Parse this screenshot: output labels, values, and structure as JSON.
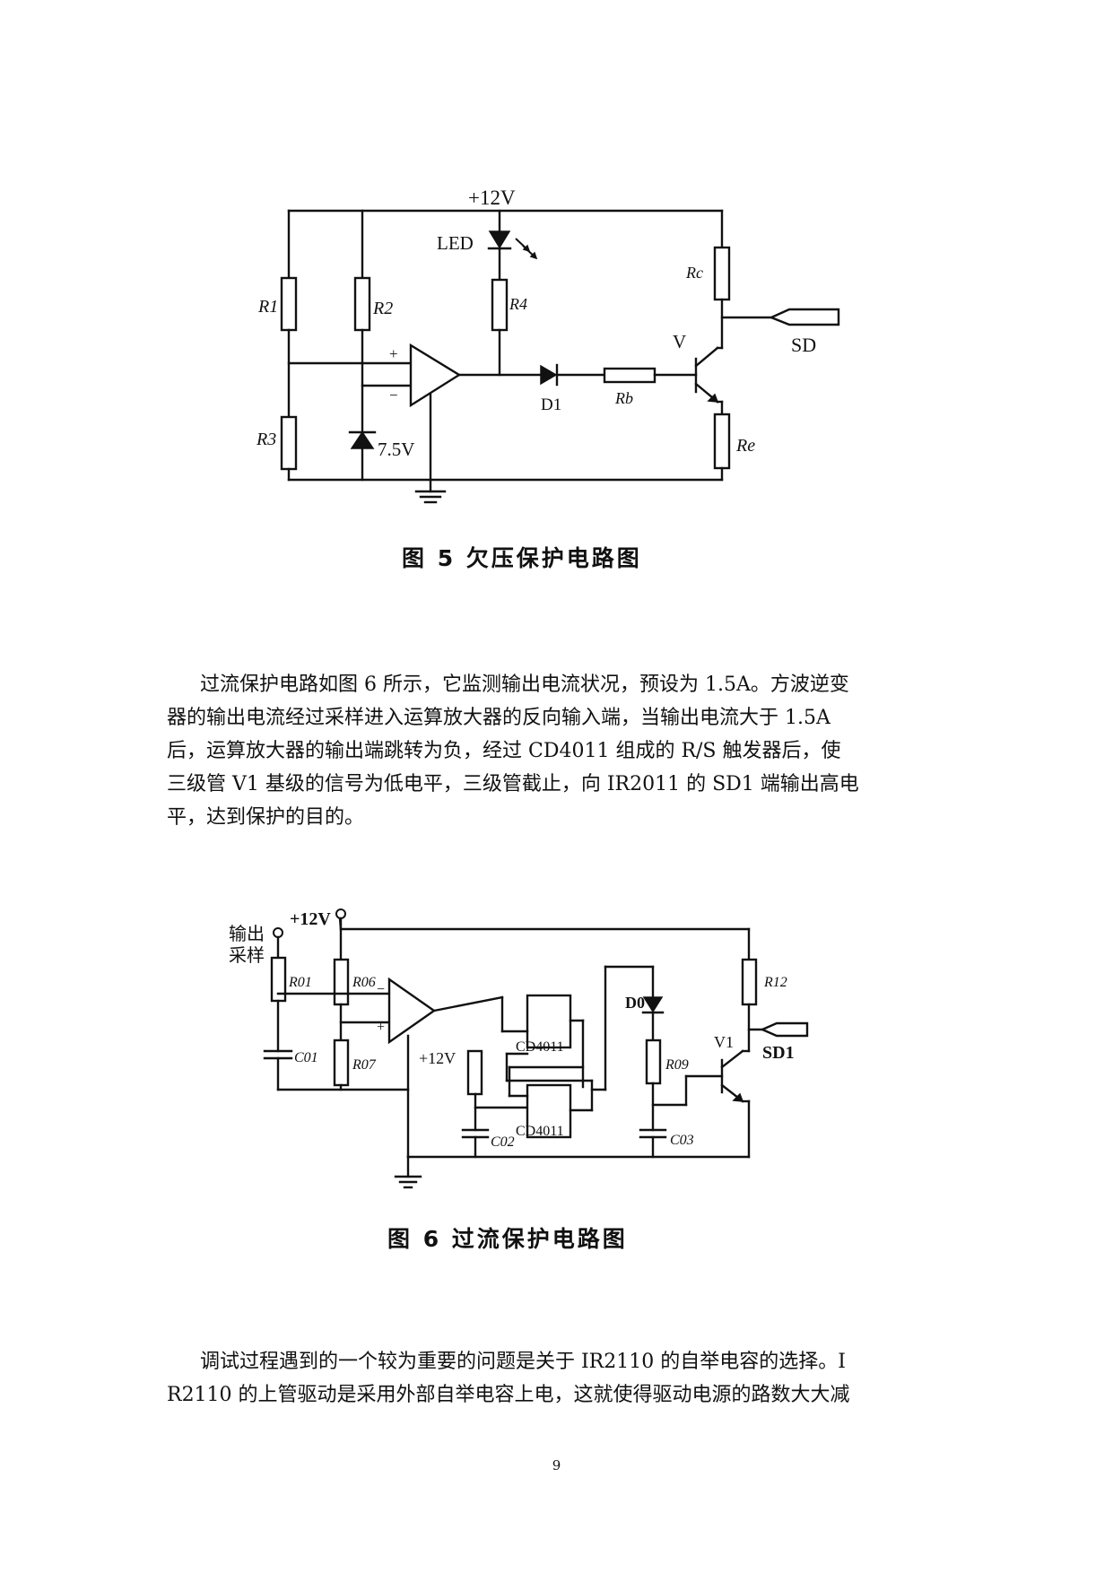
{
  "figure5": {
    "caption": "图 5    欠压保护电路图",
    "labels": {
      "supply": "+12V",
      "led": "LED",
      "r1": "R1",
      "r2": "R2",
      "r3": "R3",
      "r4": "R4",
      "rc": "Rc",
      "re": "Re",
      "rb": "Rb",
      "d1": "D1",
      "transistor": "V",
      "sd": "SD",
      "zener": "7.5V",
      "plus": "+",
      "minus": "−"
    }
  },
  "paragraph1": {
    "lines": [
      "过流保护电路如图 6 所示，它监测输出电流状况，预设为 1.5A。方波逆变",
      "器的输出电流经过采样进入运算放大器的反向输入端，当输出电流大于 1.5A",
      "后，运算放大器的输出端跳转为负，经过 CD4011 组成的 R/S 触发器后，使",
      "三级管 V1 基级的信号为低电平，三级管截止，向 IR2011 的 SD1 端输出高电",
      "平，达到保护的目的。"
    ]
  },
  "figure6": {
    "caption": "图 6    过流保护电路图",
    "labels": {
      "supply": "+12V",
      "supply2": "+12V",
      "sample_line1": "输出",
      "sample_line2": "采样",
      "r01": "R01",
      "r06": "R06",
      "r07": "R07",
      "r09": "R09",
      "r12": "R12",
      "c01": "C01",
      "c02": "C02",
      "c03": "C03",
      "d0": "D0",
      "v1": "V1",
      "sd1": "SD1",
      "gate_top": "CD4011",
      "gate_bottom": "CD4011",
      "plus": "+",
      "minus": "−"
    }
  },
  "paragraph2": {
    "lines": [
      "调试过程遇到的一个较为重要的问题是关于 IR2110 的自举电容的选择。I",
      "R2110 的上管驱动是采用外部自举电容上电，这就使得驱动电源的路数大大减"
    ]
  },
  "page_number": "9"
}
